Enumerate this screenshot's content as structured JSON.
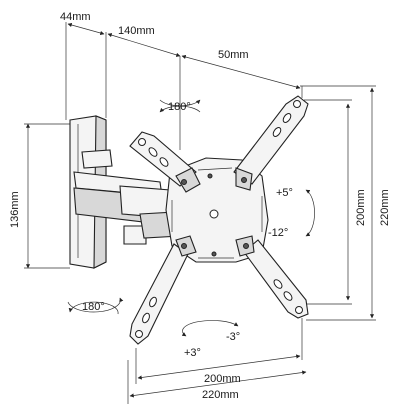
{
  "dimensions": {
    "wall_depth": "44mm",
    "arm_length": "140mm",
    "plate_offset": "50mm",
    "wall_plate_height": "136mm",
    "vesa_inner_vertical": "200mm",
    "vesa_outer_vertical": "220mm",
    "vesa_inner_horizontal": "200mm",
    "vesa_outer_horizontal": "220mm"
  },
  "angles": {
    "swivel_top": "180°",
    "swivel_bottom": "180°",
    "tilt_up": "+5°",
    "tilt_down": "-12°",
    "rotate_plus": "+3°",
    "rotate_minus": "-3°"
  },
  "colors": {
    "line": "#222222",
    "fill": "#f4f4f4",
    "shade": "#d8d8d8"
  }
}
